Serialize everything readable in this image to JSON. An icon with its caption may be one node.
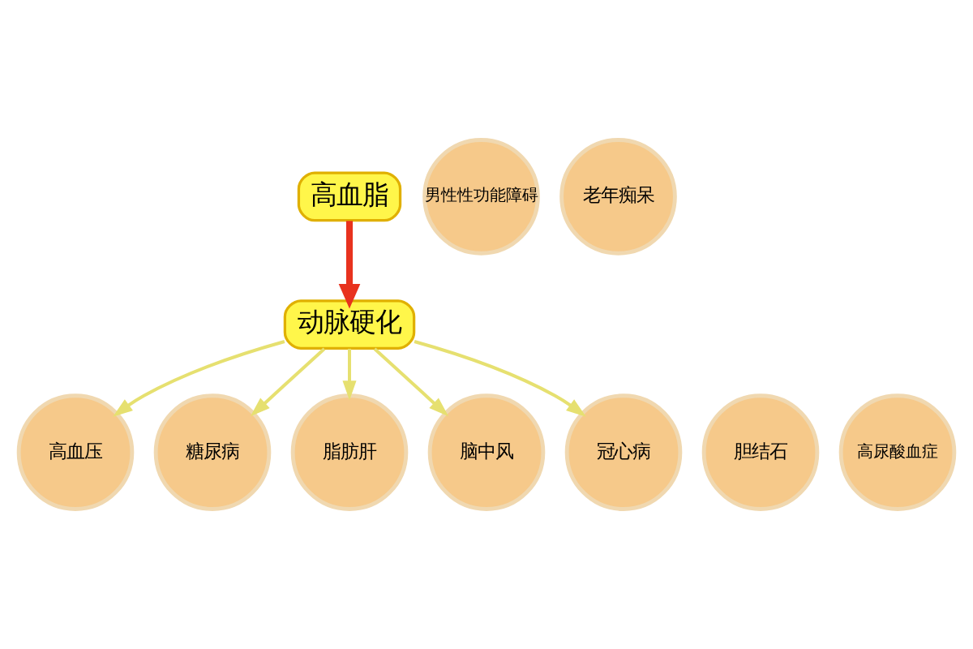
{
  "diagram": {
    "nodes": [
      {
        "text": [
          "高血脂"
        ]
      },
      {
        "text": [
          "动脉硬化"
        ]
      },
      {
        "text": [
          "高血压"
        ]
      },
      {
        "text": [
          "糖尿病"
        ]
      },
      {
        "text": [
          "胆结石"
        ]
      },
      {
        "text": [
          "脂肪肝"
        ]
      },
      {
        "text": [
          "脑中风"
        ]
      },
      {
        "text": [
          "冠心病"
        ]
      },
      {
        "text": [
          "高尿酸血症"
        ]
      },
      {
        "text": [
          "男性性功能障碍"
        ]
      },
      {
        "text": [
          "老年痴呆"
        ]
      }
    ],
    "edges": [
      {
        "from": 0,
        "to": 1,
        "arrow": "to",
        "style": "thick",
        "color": "#e8321e"
      },
      {
        "from": 1,
        "to": 2,
        "arrow": "to"
      },
      {
        "from": 1,
        "to": 5,
        "arrow": "to"
      },
      {
        "from": 1,
        "to": 6,
        "arrow": "to"
      },
      {
        "from": 1,
        "to": 7,
        "arrow": "to"
      },
      {
        "from": 1,
        "to": 3,
        "arrow": "to"
      }
    ]
  }
}
